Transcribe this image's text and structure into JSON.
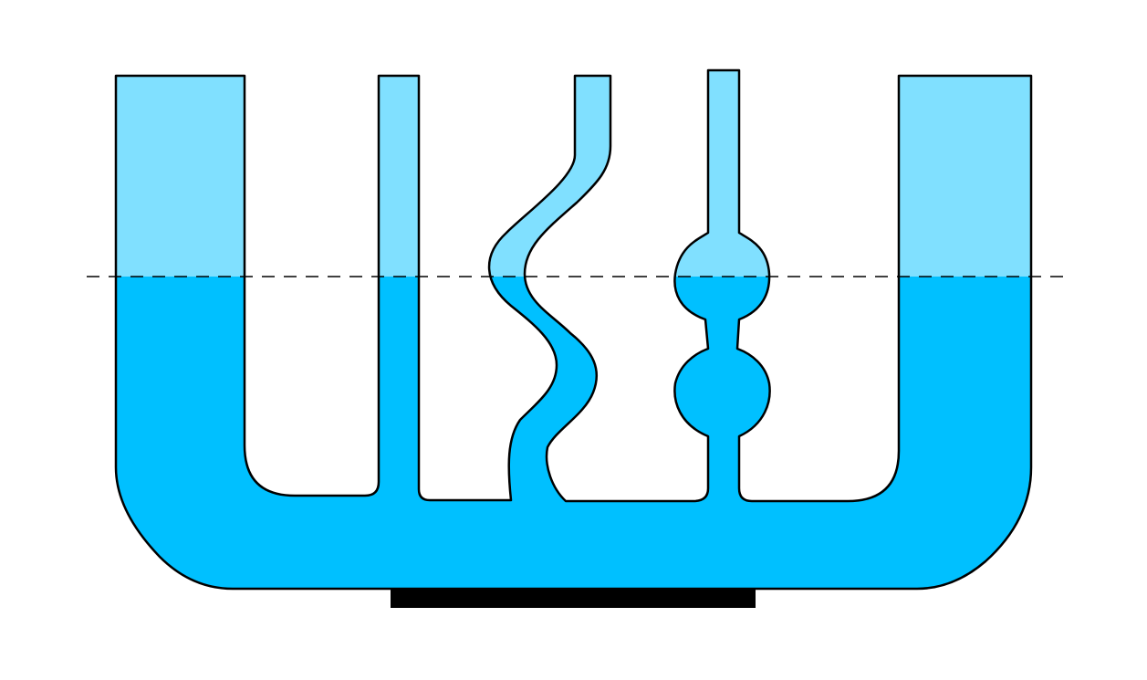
{
  "diagram": {
    "colors": {
      "background": "#ffffff",
      "liquid": "#00c0ff",
      "empty_tube": "#80e0ff",
      "outline": "#000000",
      "stand": "#000000",
      "level_line": "#000000"
    },
    "parts": [
      "left-wide-column",
      "straight-narrow-tube",
      "curved-tube",
      "bulb-tube",
      "right-wide-column",
      "base-reservoir",
      "stand-plate",
      "level-line"
    ]
  }
}
